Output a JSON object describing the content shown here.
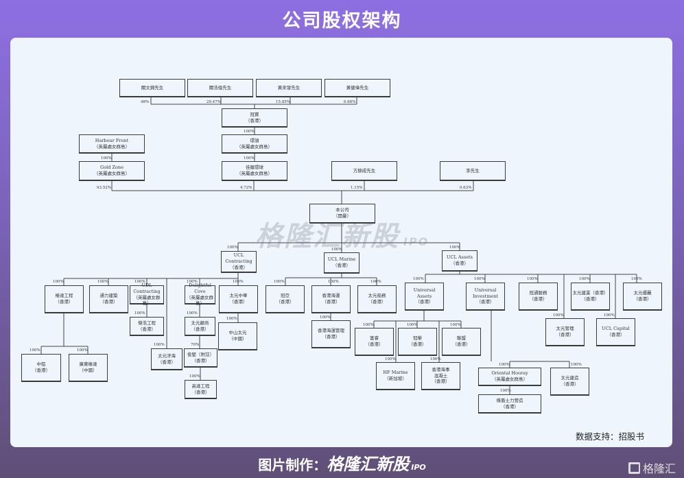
{
  "title": "公司股权架构",
  "watermark": {
    "text": "格隆汇新股",
    "suffix": "IPO"
  },
  "source": "数据支持：招股书",
  "footer": {
    "prefix": "图片制作：",
    "brand": "格隆汇新股",
    "suffix": "IPO"
  },
  "logo": "格隆汇",
  "nodes": {
    "kwan_mk": [
      "關文錦先生"
    ],
    "kwan_hl": [
      "關浩倫先生"
    ],
    "wong_lf": [
      "黃來發先生"
    ],
    "wong_kw": [
      "黃健偉先生"
    ],
    "kwunpo": [
      "冠寶",
      "（香港）"
    ],
    "wanling": [
      "環領",
      "（英屬處女群島）"
    ],
    "jialong": [
      "佳寵環球",
      "（英屬處女群島）"
    ],
    "harbour": [
      "Harbour Front",
      "（英屬處女群島）"
    ],
    "goldzone": [
      "Gold Zone",
      "（英屬處女群島）"
    ],
    "fong": [
      "方錦成先生"
    ],
    "lee": [
      "李先生"
    ],
    "company": [
      "本公司",
      "（開曼）"
    ],
    "ucl_contracting": [
      "UCL",
      "Contracting",
      "（香港）"
    ],
    "ucl_marine": [
      "UCL Marine",
      "（香港）"
    ],
    "ucl_assets": [
      "UCL Assets",
      "（香港）"
    ],
    "chongtat": [
      "樁達工程",
      "（香港）"
    ],
    "tunglik": [
      "通力建築",
      "（香港）"
    ],
    "udl": [
      "UDL Contracting",
      "（英屬處女群島）"
    ],
    "delightful": [
      "Delightful Cove",
      "（英屬處女群島）"
    ],
    "tyzh": [
      "太元中華",
      "（香港）"
    ],
    "kitho": [
      "傑浩工程",
      "（香港）"
    ],
    "tygs": [
      "太元顧尚",
      "（香港）"
    ],
    "tysh": [
      "太元滲海",
      "（香港）"
    ],
    "junjian": [
      "俊堅（附註）",
      "（香港）"
    ],
    "gaoda": [
      "高達工程",
      "（香港）"
    ],
    "zsty": [
      "中山太元",
      "（中國）"
    ],
    "zhonglv": [
      "中鋁",
      "（香港）"
    ],
    "gdct": [
      "廣東樁達",
      "（中國）"
    ],
    "kwunah": [
      "冠亞",
      "（香港）"
    ],
    "hkmarine": [
      "香港海運",
      "（香港）"
    ],
    "tycw": [
      "太元船務",
      "（香港）"
    ],
    "hkmm": [
      "香港海運管理",
      "（香港）"
    ],
    "ua": [
      "Universal",
      "Assets",
      "（香港）"
    ],
    "ui": [
      "Universal",
      "Investment",
      "（香港）"
    ],
    "kwtfw": [
      "冠通服務",
      "（香港）"
    ],
    "tyjy": [
      "太元建業（香港）",
      "（香港）"
    ],
    "tyyl": [
      "太元優麗",
      "（香港）"
    ],
    "tygl": [
      "太元管理",
      "（香港）"
    ],
    "uclcap": [
      "UCL Capital",
      "（香港）"
    ],
    "fuyui": [
      "富睿",
      "（香港）"
    ],
    "kwunwing": [
      "冠榮",
      "（香港）"
    ],
    "lianmeng": [
      "聯盟",
      "（香港）"
    ],
    "hfmarine": [
      "HF Marine",
      "（新加坡）"
    ],
    "hkmc": [
      "香港海事",
      "混凝土",
      "（香港）"
    ],
    "oriental": [
      "Oriental Hooray",
      "（英屬處女群島）"
    ],
    "tyjz": [
      "太元建造",
      "（香港）"
    ],
    "kitshun": [
      "傑盾土力營造",
      "（香港）"
    ]
  },
  "holdings": {
    "p1": "48%",
    "p2": "29.47%",
    "p3": "15.85%",
    "p4": "6.68%",
    "p5": "100%",
    "p6": "100%",
    "p7": "100%",
    "p8": "93.52%",
    "p9": "4.72%",
    "p10": "1.15%",
    "p11": "0.63%",
    "p12": "100%",
    "p13": "100%",
    "p14": "100%",
    "c1": "100%",
    "c2": "100%",
    "c3": "100%",
    "c4": "100%",
    "c5": "100%",
    "c6": "100%",
    "c7": "100%",
    "c8": "100%",
    "c9": "70%",
    "c10": "100%",
    "c11": "100%",
    "c12": "100%",
    "c13": "100%",
    "m1": "100%",
    "m2": "100%",
    "m3": "100%",
    "m4": "100%",
    "a1": "100%",
    "a2": "100%",
    "a3": "100%",
    "a4": "100%",
    "a5": "100%",
    "a6": "100%",
    "a7": "100%",
    "u1": "100%",
    "u2": "100%",
    "u3": "100%",
    "u4": "100%",
    "u5": "100%",
    "i1": "100%",
    "i2": "100%",
    "i3": "100%"
  }
}
